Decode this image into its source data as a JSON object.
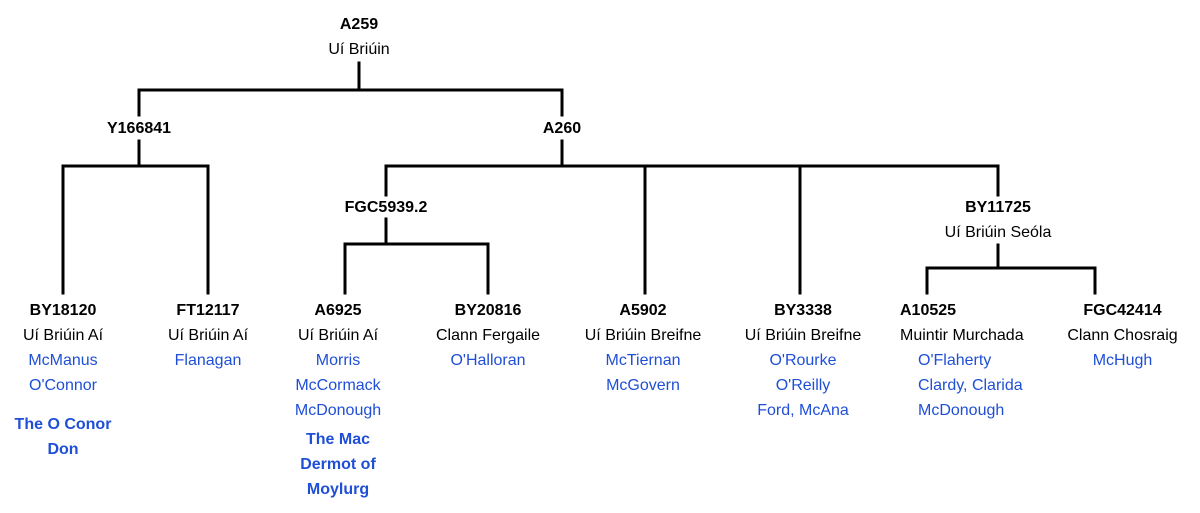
{
  "root": {
    "code": "A259",
    "group": "Uí Briúin"
  },
  "y166841": {
    "code": "Y166841"
  },
  "a260": {
    "code": "A260"
  },
  "fgc5939": {
    "code": "FGC5939.2"
  },
  "by11725": {
    "code": "BY11725",
    "group": "Uí Briúin Seóla"
  },
  "leaves": {
    "by18120": {
      "code": "BY18120",
      "group": "Uí Briúin Aí",
      "surnames": [
        "McManus",
        "O'Connor"
      ],
      "title": [
        "The O Conor",
        "Don"
      ]
    },
    "ft12117": {
      "code": "FT12117",
      "group": "Uí Briúin Aí",
      "surnames": [
        "Flanagan"
      ]
    },
    "a6925": {
      "code": "A6925",
      "group": "Uí Briúin Aí",
      "surnames": [
        "Morris",
        "McCormack",
        "McDonough"
      ],
      "title": [
        "The Mac",
        "Dermot of",
        "Moylurg"
      ]
    },
    "by20816": {
      "code": "BY20816",
      "group": "Clann Fergaile",
      "surnames": [
        "O'Halloran"
      ]
    },
    "a5902": {
      "code": "A5902",
      "group": "Uí Briúin Breifne",
      "surnames": [
        "McTiernan",
        "McGovern"
      ]
    },
    "by3338": {
      "code": "BY3338",
      "group": "Uí Briúin Breifne",
      "surnames": [
        "O'Rourke",
        "O'Reilly",
        "Ford, McAna"
      ]
    },
    "a10525": {
      "code": "A10525",
      "group": "Muintir Murchada",
      "surnames": [
        "O'Flaherty",
        "Clardy, Clarida",
        "McDonough"
      ]
    },
    "fgc42414": {
      "code": "FGC42414",
      "group": "Clann Chosraig",
      "surnames": [
        "McHugh"
      ]
    }
  },
  "colors": {
    "line": "#000000",
    "surname": "#1f4fd6"
  }
}
